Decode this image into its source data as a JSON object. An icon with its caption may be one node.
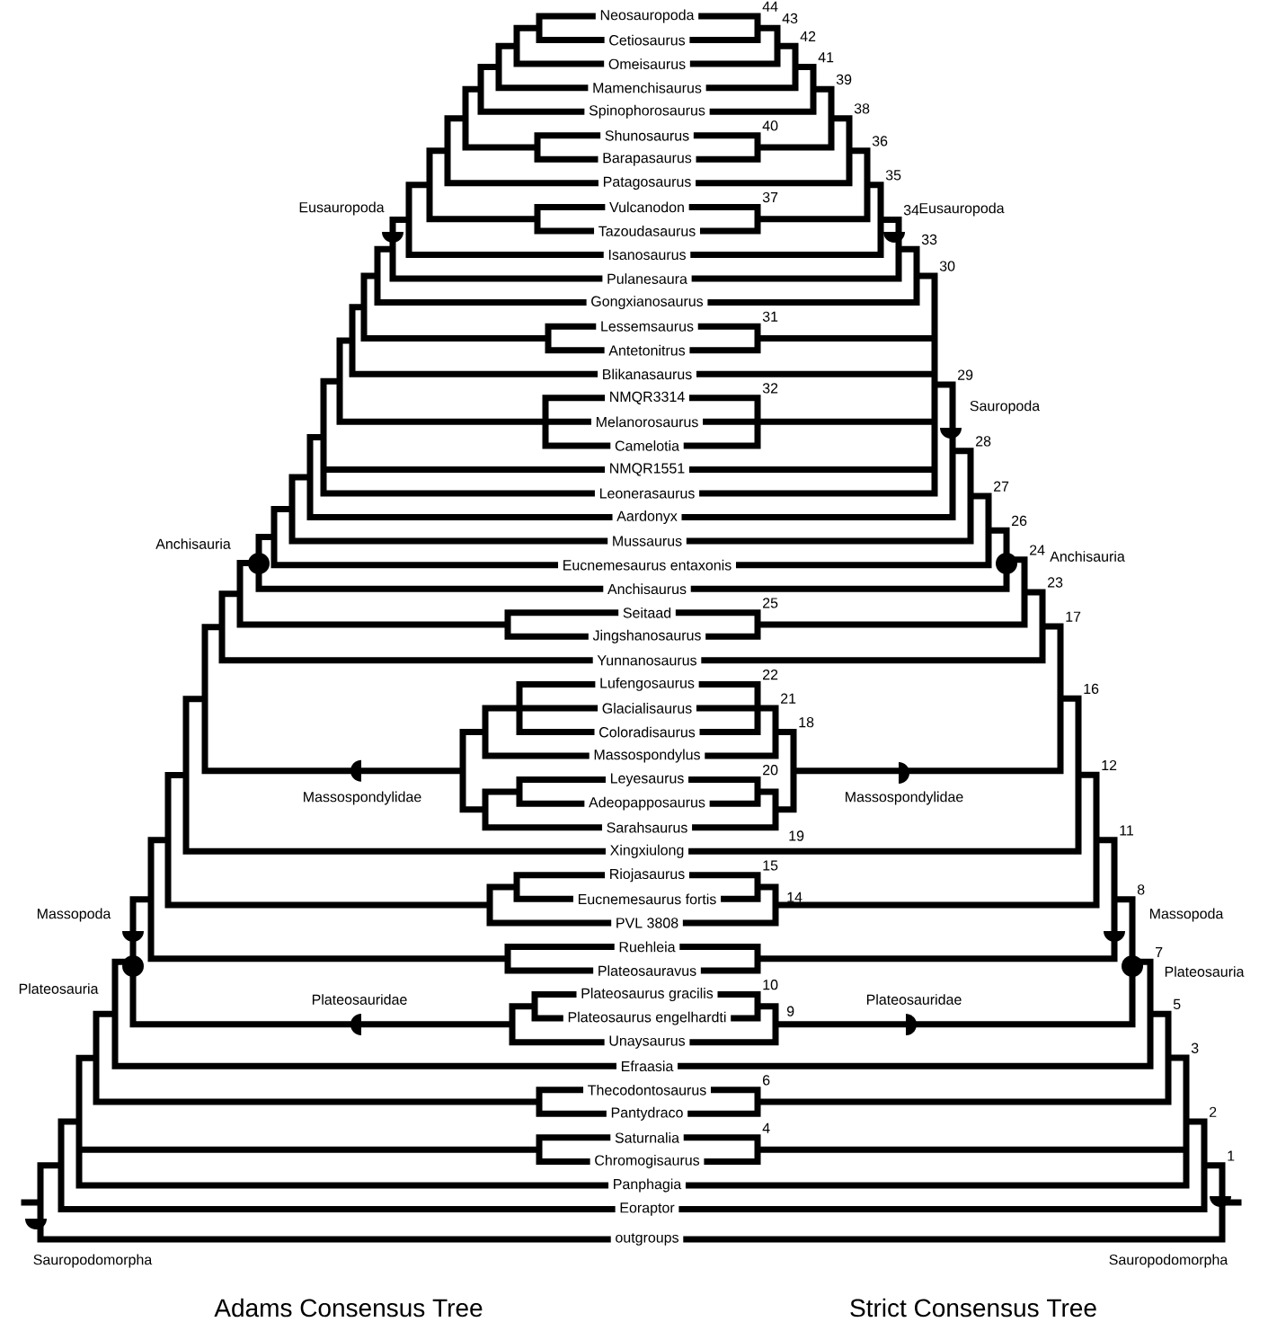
{
  "diagram": {
    "labels": [
      "Neosauropoda",
      "Cetiosaurus",
      "Omeisaurus",
      "Mamenchisaurus",
      "Spinophorosaurus",
      "Shunosaurus",
      "Barapasaurus",
      "Patagosaurus",
      "Vulcanodon",
      "Tazoudasaurus",
      "Isanosaurus",
      "Pulanesaura",
      "Gongxianosaurus",
      "Lessemsaurus",
      "Antetonitrus",
      "Blikanasaurus",
      "NMQR3314",
      "Melanorosaurus",
      "Camelotia",
      "NMQR1551",
      "Leonerasaurus",
      "Aardonyx",
      "Mussaurus",
      "Eucnemesaurus entaxonis",
      "Anchisaurus",
      "Seitaad",
      "Jingshanosaurus",
      "Yunnanosaurus",
      "Lufengosaurus",
      "Glacialisaurus",
      "Coloradisaurus",
      "Massospondylus",
      "Leyesaurus",
      "Adeopapposaurus",
      "Sarahsaurus",
      "Xingxiulong",
      "Riojasaurus",
      "Eucnemesaurus fortis",
      "PVL 3808",
      "Ruehleia",
      "Plateosauravus",
      "Plateosaurus gracilis",
      "Plateosaurus engelhardti",
      "Unaysaurus",
      "Efraasia",
      "Thecodontosaurus",
      "Pantydraco",
      "Saturnalia",
      "Chromogisaurus",
      "Panphagia",
      "Eoraptor",
      "outgroups",
      "1",
      "2",
      "3",
      "4",
      "5",
      "6",
      "7",
      "8",
      "9",
      "10",
      "11",
      "12",
      "14",
      "15",
      "16",
      "17",
      "18",
      "19",
      "20",
      "21",
      "22",
      "23",
      "24",
      "25",
      "26",
      "27",
      "28",
      "29",
      "30",
      "31",
      "32",
      "33",
      "34",
      "35",
      "36",
      "37",
      "38",
      "39",
      "40",
      "41",
      "42",
      "43",
      "44",
      "Eusauropoda",
      "Eusauropoda",
      "Sauropoda",
      "Anchisauria",
      "Anchisauria",
      "Massospondylidae",
      "Massospondylidae",
      "Massopoda",
      "Massopoda",
      "Plateosauria",
      "Plateosauria",
      "Plateosauridae",
      "Plateosauridae",
      "Sauropodomorpha",
      "Sauropodomorpha",
      "Adams Consensus Tree",
      "Strict Consensus Tree"
    ]
  }
}
